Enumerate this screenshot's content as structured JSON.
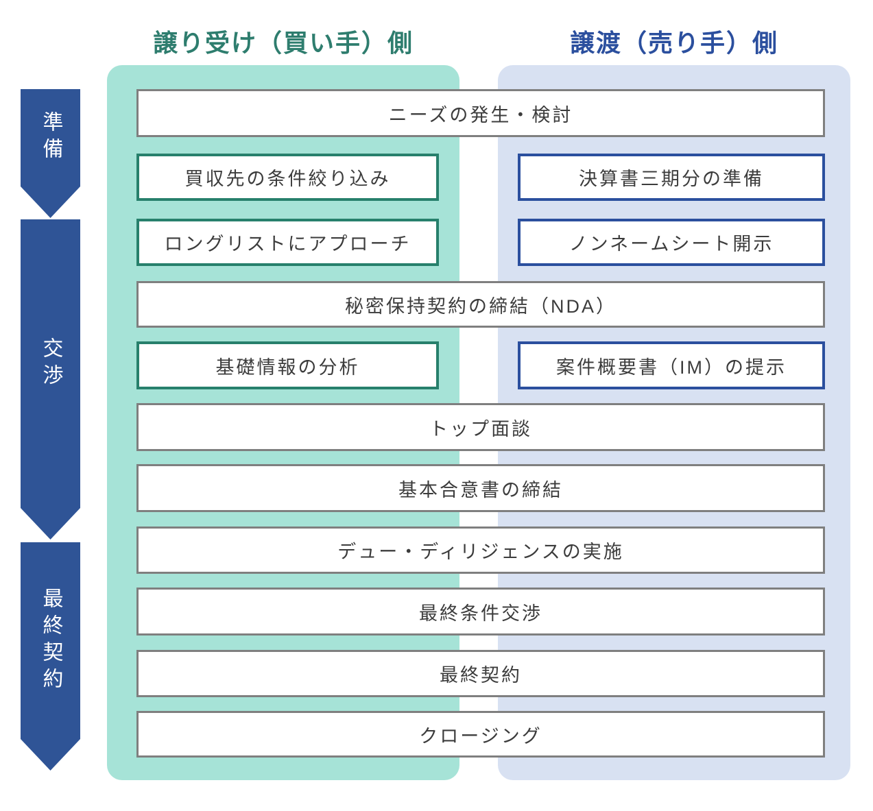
{
  "headers": {
    "buyer": "譲り受け（買い手）側",
    "seller": "譲渡（売り手）側"
  },
  "phases": [
    {
      "id": "preparation",
      "label": "準備"
    },
    {
      "id": "negotiation",
      "label": "交渉"
    },
    {
      "id": "final-contract",
      "label": "最終契約"
    }
  ],
  "steps": {
    "needs": "ニーズの発生・検討",
    "narrow_conditions": "買収先の条件絞り込み",
    "financials_prep": "決算書三期分の準備",
    "longlist_approach": "ロングリストにアプローチ",
    "nonname_sheet": "ノンネームシート開示",
    "nda": "秘密保持契約の締結（NDA）",
    "basic_info_analysis": "基礎情報の分析",
    "im_presentation": "案件概要書（IM）の提示",
    "top_meeting": "トップ面談",
    "basic_agreement": "基本合意書の締結",
    "due_diligence": "デュー・ディリジェンスの実施",
    "final_terms": "最終条件交渉",
    "final_contract": "最終契約",
    "closing": "クロージング"
  },
  "colors": {
    "buyer_column_bg": "#A6E3D7",
    "seller_column_bg": "#D8E1F2",
    "phase_banner_bg": "#2F5496",
    "buyer_header_text": "#2E7D6E",
    "seller_header_text": "#2B4F9E",
    "buyer_box_border": "#27806C",
    "seller_box_border": "#2B4F9E",
    "shared_box_border": "#7F7F7F",
    "box_text": "#3C3C3C"
  }
}
